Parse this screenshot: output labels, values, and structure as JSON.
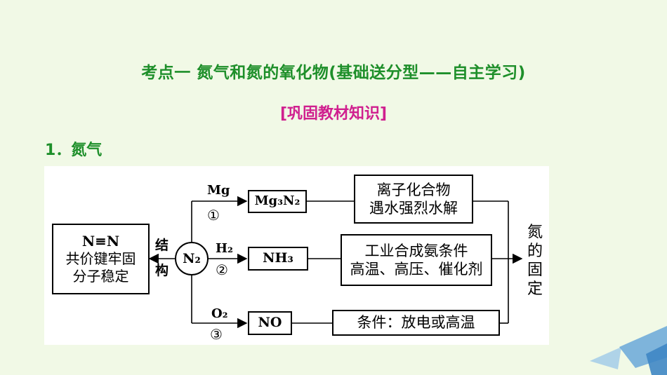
{
  "title": "考点一  氮气和氮的氧化物(基础送分型——自主学习)",
  "subtitle": "[巩固教材知识]",
  "heading": "1．氮气",
  "diagram": {
    "structure_box": [
      "N≡N",
      "共价键牢固",
      "分子稳定"
    ],
    "structure_label": [
      "结",
      "构"
    ],
    "center": "N₂",
    "branches": [
      {
        "reagent": "Mg",
        "number": "①",
        "product": "Mg₃N₂",
        "note": [
          "离子化合物",
          "遇水强烈水解"
        ]
      },
      {
        "reagent": "H₂",
        "number": "②",
        "product": "NH₃",
        "note": [
          "工业合成氨条件",
          "高温、高压、催化剂"
        ]
      },
      {
        "reagent": "O₂",
        "number": "③",
        "product": "NO",
        "note": [
          "条件：放电或高温"
        ]
      }
    ],
    "result": [
      "氮",
      "的",
      "固",
      "定"
    ]
  }
}
